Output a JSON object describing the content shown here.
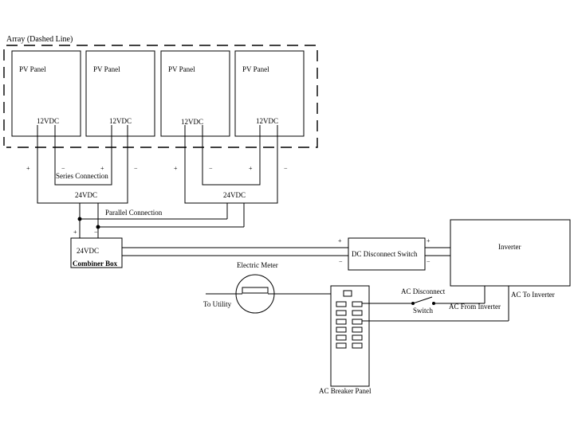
{
  "array": {
    "title": "Array (Dashed Line)"
  },
  "panels": [
    {
      "label": "PV Panel",
      "voltage": "12VDC"
    },
    {
      "label": "PV Panel",
      "voltage": "12VDC"
    },
    {
      "label": "PV Panel",
      "voltage": "12VDC"
    },
    {
      "label": "PV Panel",
      "voltage": "12VDC"
    }
  ],
  "polarity": {
    "plus": "+",
    "minus": "−"
  },
  "labels": {
    "series_connection": "Series Connection",
    "series_voltage": "24VDC",
    "parallel_connection": "Parallel Connection",
    "combiner_voltage": "24VDC",
    "combiner_box": "Combiner Box",
    "dc_disconnect": "DC Disconnect Switch",
    "inverter": "Inverter",
    "electric_meter": "Electric Meter",
    "to_utility": "To Utility",
    "ac_disconnect": "AC Disconnect",
    "switch": "Switch",
    "ac_from_inverter": "AC From Inverter",
    "ac_to_inverter": "AC To Inverter",
    "ac_breaker_panel": "AC Breaker Panel"
  }
}
